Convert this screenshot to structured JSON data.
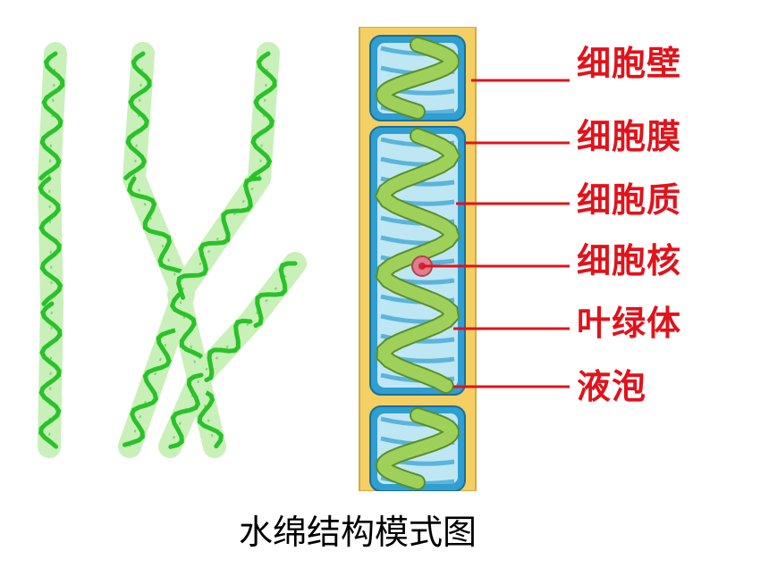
{
  "labels": [
    "细胞壁",
    "细胞膜",
    "细胞质",
    "细胞核",
    "叶绿体",
    "液泡"
  ],
  "caption": "水绵结构模式图",
  "colors": {
    "label_text": "#e0131b",
    "leader_line": "#e0131b",
    "cell_wall": "#f4cf62",
    "vacuole_blue": "#2f9ed0",
    "cytoplasm_light": "#bfe6f3",
    "chloroplast": "#9fd05a",
    "nucleus": "#e07c8b",
    "filament_green": "#29c22a"
  }
}
